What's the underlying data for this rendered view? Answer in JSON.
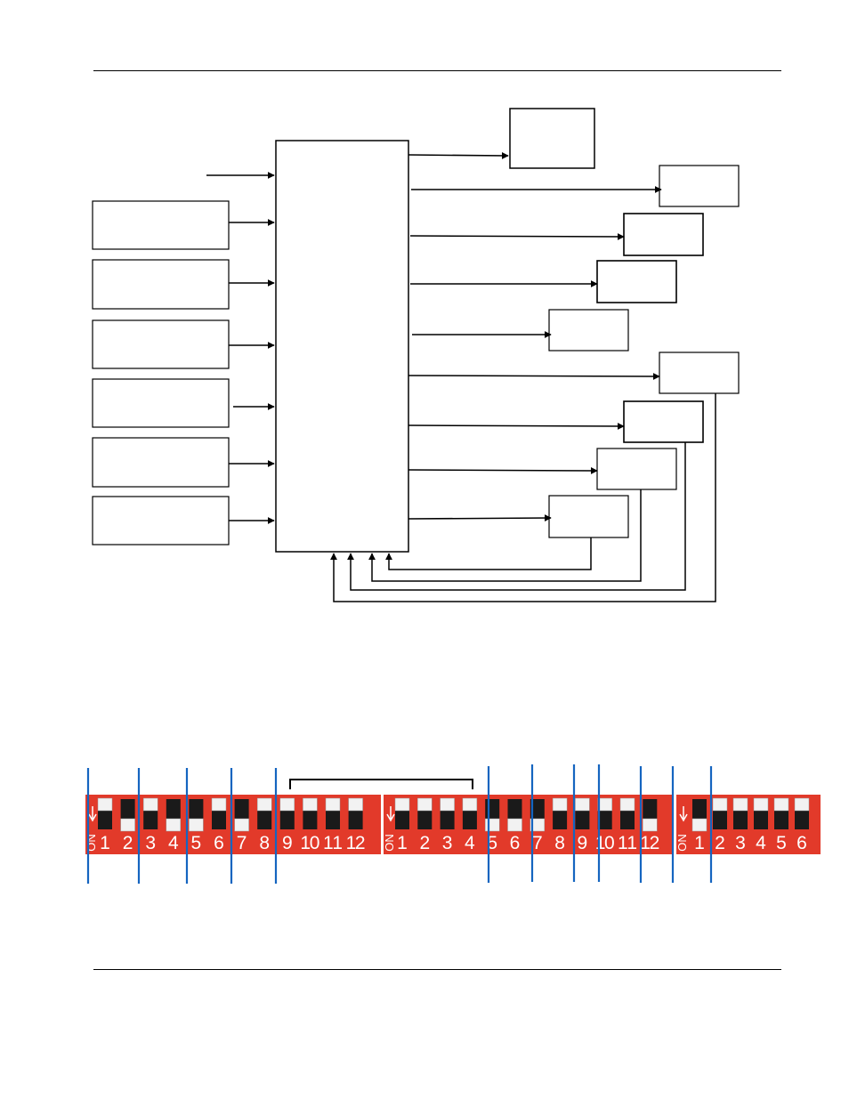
{
  "colors": {
    "line": "#000000",
    "box_border": "#000000",
    "dip_body": "#e23a2a",
    "dip_slot": "#1a1a1a",
    "dip_lever": "#f2f2f2",
    "dip_text": "#ffffff",
    "divider": "#1565c0"
  },
  "dip_banks": [
    {
      "on_label": "ON",
      "switches": [
        {
          "label": "1",
          "on": false
        },
        {
          "label": "2",
          "on": true
        },
        {
          "label": "3",
          "on": false
        },
        {
          "label": "4",
          "on": true
        },
        {
          "label": "5",
          "on": true
        },
        {
          "label": "6",
          "on": false
        },
        {
          "label": "7",
          "on": true
        },
        {
          "label": "8",
          "on": false
        },
        {
          "label": "9",
          "on": false
        },
        {
          "label": "10",
          "on": false
        },
        {
          "label": "11",
          "on": false
        },
        {
          "label": "12",
          "on": false
        }
      ]
    },
    {
      "on_label": "ON",
      "switches": [
        {
          "label": "1",
          "on": false
        },
        {
          "label": "2",
          "on": false
        },
        {
          "label": "3",
          "on": false
        },
        {
          "label": "4",
          "on": false
        },
        {
          "label": "5",
          "on": true
        },
        {
          "label": "6",
          "on": true
        },
        {
          "label": "7",
          "on": true
        },
        {
          "label": "8",
          "on": false
        },
        {
          "label": "9",
          "on": false
        },
        {
          "label": "10",
          "on": false
        },
        {
          "label": "11",
          "on": false
        },
        {
          "label": "12",
          "on": true
        }
      ]
    },
    {
      "on_label": "ON",
      "switches": [
        {
          "label": "1",
          "on": true
        },
        {
          "label": "2",
          "on": false
        },
        {
          "label": "3",
          "on": false
        },
        {
          "label": "4",
          "on": false
        },
        {
          "label": "5",
          "on": false
        },
        {
          "label": "6",
          "on": false
        }
      ]
    }
  ]
}
